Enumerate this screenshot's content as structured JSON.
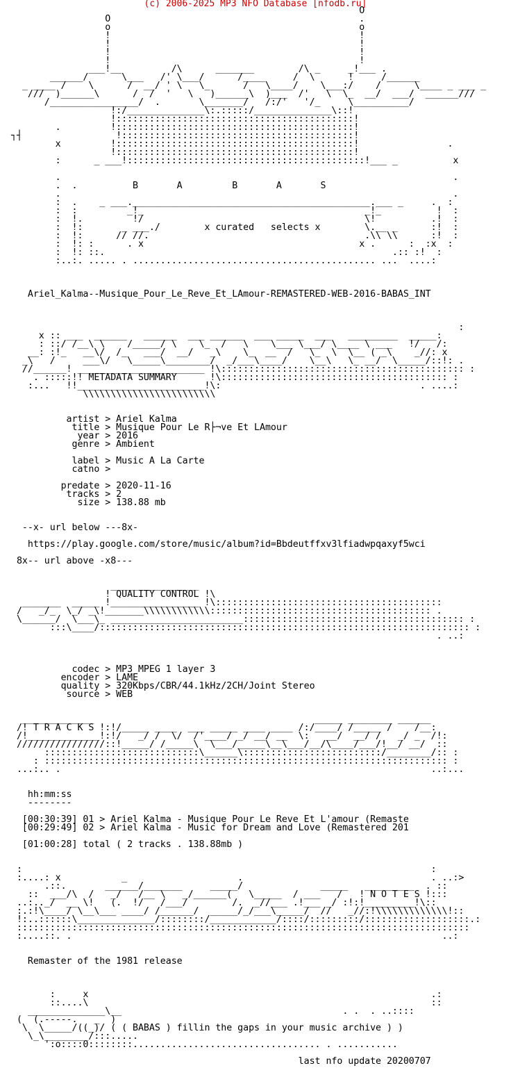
{
  "header": {
    "text": "(c) 2006-2025 MP3 NFO Database [nfodb.ru]",
    "color": "#cc0000"
  },
  "nfo_lines": [
    "                                                               O",
    "                 O                                             .",
    "                 o                                             o",
    "                 !                                             !",
    "                 !                                             !",
    "                 !                                             !",
    "                 !                                             !",
    "              ___!__         /\\      _______        /\\ _     _!___ .",
    "       ______/      \\___   /' \\___/      /____     /  \\      !     /______",
    "  _ ____ /    \\      /  __/ ' \\   \\_      /   \\____/    \\___:/    /      \\____ _ ___ _",
    "   ///  )______\\      /  /  '   \\   )______\\  )___  /'   \\  \\_  __/  ___/  ______///",
    "      /________________/  .       \\_______/   /:/'   '/_     \\__________/",
    "                  !:/______________\\:.:::::/______________\\::!",
    "                  !:::::::::::::::::::::::::::::::::::::::::::!",
    "        .         !:::::::::::::::::::::::::::::::::::::::::::!",
    "┐┤                 !::::::::::::::::::::::::::::::::::::::::::!",
    "        x         !:::::::::::::::::::::::::::::::::::::::::::!                .",
    "                  !:::::::::::::::::::::::::::::::::::::::::::!",
    "        :      _ ___!:::::::::::::::::::::::::::::::::::::::::::!___ _          x",
    "",
    "        .                                                                       .",
    "        .  .          B       A         B       A       S",
    "        .                                                                       .",
    "        :  .    _ ___.___________________________________________.___ _     .  :",
    "        :  :         _!_                                        _!_          !  :",
    "        :  !.         !/                                        \\!          .!  :",
    "        :  !:       _ ___./        x curated   selects x        \\.__ _      :!  :",
    "        :  !:      // //.                                       .\\\\ \\\\      :!  :",
    "        :  !: :      . x                                       x .      :  :x  :",
    "        :  !: ::.                                                    .:: :!  :",
    "        :..:. ..... . ............................................ ...  ....:",
    "",
    "",
    "",
    "   Ariel_Kalma--Musique_Pour_Le_Reve_Et_LAmour-REMASTERED-WEB-2016-BABAS_INT",
    "",
    "",
    "",
    "                                                                                 :",
    "     x :: ___  ______   ______  ___ ______  ___ _____  ___   _________  _____:",
    "     : ::/ /__\\ \\    /_____/ \\    \\_  /   \\    \\___ \\___/ \\____ \\ ___   !/   /:",
    "   __: :!_   __\\/  /_   ___/  __/   _\\    \\_  __  /   \\_  \\  \\__ ( _\\    _//: x",
    "  _\\   /     ___\\/   \\_____\\________/  _/___\\____/    \\__\\   \\_ __/  \\_____/::!: .",
    "  //______! _______________________ !\\:::::::::::::::::::::::::::::::::::::::::::: :",
    "    . :::::!! METADATA SUMMARY      !\\::::::::::::::::::::::::::::::::::::::::: :",
    "   :...   !!_______________________!\\:                                    . ....:",
    "             \\\\\\\\\\\\\\\\\\\\\\\\\\\\\\\\\\\\\\\\\\\\\\\\",
    "",
    "",
    "          artist > Ariel Kalma",
    "           title > Musique Pour Le R├¬ve Et LAmour",
    "            year > 2016",
    "           genre > Ambient",
    "",
    "           label > Music A La Carte",
    "           catno >",
    "",
    "         predate > 2020-11-16",
    "          tracks > 2",
    "            size > 138.88 mb",
    "",
    "",
    "  --x- url below ---8x-",
    "",
    "   https://play.google.com/store/music/album?id=Bbdeutffxv3lfiadwpqaxyf5wci",
    "",
    " 8x-- url above -x8---",
    "",
    "",
    "                  ________________",
    "                 ! QUALITY CONTROL !\\",
    "  _______  _____ !________________ !\\:::::::::::::::::::::::::::::::::::::::::",
    " /   _/_  \\_/ _\\!_______\\\\\\\\\\\\\\\\\\\\\\\\:::::::::::::::::::::::::::::::::::::::: .",
    " \\______/  \\___\\_ ________________________:::::::::::::::::::::::::::::::::::::::: :",
    "       :::\\____/::::::::::::::::::::::::::::::::::::::::::::::::::::::::::::::::::: :",
    "                                                                             . ..:",
    "",
    "",
    "",
    "           codec > MP3 MPEG 1 layer 3",
    "         encoder > LAME",
    "         quality > 320Kbps/CBR/44.1kHz/2CH/Joint Stereo",
    "          source > WEB",
    "",
    "",
    "  _____________                                        _____ ________ ______",
    " /! T R A C K S !:!/_____ ____  ___ _____ ____ ____ /:/____/ /_____ /    /__:",
    " /!_____________!:!/   _/ /  \\/  /'____/ _/ __/ __  \\:   __/  __/ /   _/ _  /!:",
    " ////////////////::!_____/ /_____\\  \\___/_____\\__\\___/__/\\____/___/!__/ __/  ::",
    "      ::::::::::::::::::::::::::::\\______\\:::::::::::::::::::::::::/________/:: :",
    "    : ::::::::::::::::::::::::::::::::::::::::::::::::::::::::::::::::::::::::: :",
    " ...:.. .                                                                   ..:...",
    "",
    "",
    "   hh:mm:ss",
    "   --------",
    "",
    "  [00:30:39] 01 > Ariel Kalma - Musique Pour Le Reve Et L'amour (Remaste",
    "  [00:29:49] 02 > Ariel Kalma - Music for Dream and Love (Remastered 201",
    "",
    "  [01:00:28] total ( 2 tracks . 138.88mb )",
    "",
    "",
    " :                                                                          :",
    " :....: x           _                    .                                  . ..:>",
    "      .::.       ______/_______     _____/              _____   _________  . ::",
    "   ::  ___/\\  /   _/   /__ \\   _/______(   \\_____  / ___   /   ! N O T E S !:::",
    " ..:.._/  __ \\!   (.  !/   /___/        /.  _//___ .!___ _/ :!:!_________!\\::",
    " :.:!\\____/ \\__\\___ ____/ /______/  _____/_/___\\_____/  //   _//:!\\\\\\\\\\\\\\\\\\\\\\\\\\!::",
    " !:..::::::\\______________/::::::::/____________/::::/:::::::::/:::::::::::::::::::.:",
    " ::::::::::::::::::::::::::::::::::::::::::::::::::::::::::::::::::::::::::::::::::",
    " :....::. .                                                                   ..:",
    "",
    "",
    "   Remaster of the 1981 release",
    "",
    "",
    "",
    "       :     x                                                              .:",
    "       ::....\\                                                              ::",
    "   ______________\\__                                        . .  . ..::::",
    " (  (.-----.   _  )",
    "  \\  \\_____/((_)/ ( ( BABAS ) fillin the gaps in your music archive ) )",
    "   \\_\\________/:::.....",
    "      ':o::::0::::::::.................................. . ...........",
    "",
    "                                                    last nfo update 20200707"
  ]
}
